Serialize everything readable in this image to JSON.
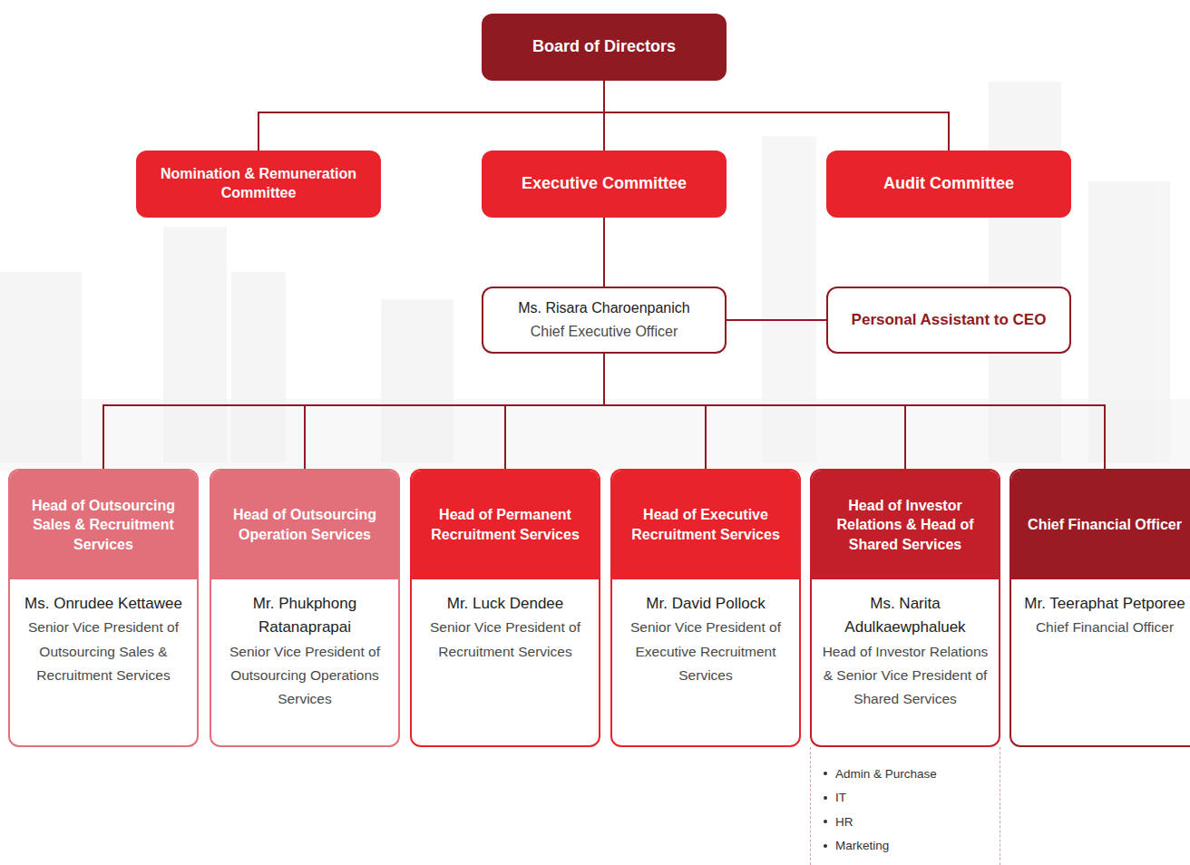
{
  "diagram": {
    "nodes": [
      {
        "text": [
          "Board of Directors"
        ]
      },
      {
        "text": [
          "Nomination & Remuneration Committee"
        ]
      },
      {
        "text": [
          "Executive Committee"
        ]
      },
      {
        "text": [
          "Audit Committee"
        ]
      },
      {
        "text": [
          "Ms. Risara Charoenpanich",
          "Chief Executive Officer"
        ]
      },
      {
        "text": [
          "Personal Assistant to CEO"
        ]
      },
      {
        "text": [
          "Head of Outsourcing Sales & Recruitment Services",
          "Ms. Onrudee Kettawee",
          "Senior Vice President of Outsourcing Sales & Recruitment Services"
        ]
      },
      {
        "text": [
          "Head of Outsourcing Operation Services",
          "Mr. Phukphong Ratanaprapai",
          "Senior Vice President of Outsourcing Operations Services"
        ]
      },
      {
        "text": [
          "Head of Permanent Recruitment Services",
          "Mr. Luck Dendee",
          "Senior Vice President of Recruitment Services"
        ]
      },
      {
        "text": [
          "Head of Executive Recruitment Services",
          "Mr. David Pollock",
          "Senior Vice President of Executive Recruitment Services"
        ]
      },
      {
        "text": [
          "Head of Investor Relations & Head of Shared Services",
          "Ms. Narita Adulkaewphaluek",
          "Head of Investor Relations & Senior Vice President of Shared Services"
        ]
      },
      {
        "text": [
          "Chief Financial Officer",
          "Mr. Teeraphat Petporee",
          "Chief Financial Officer"
        ]
      },
      {
        "text": [
          "Admin & Purchase",
          "IT",
          "HR",
          "Marketing"
        ]
      }
    ],
    "edges": [
      {
        "from": 0,
        "to": 1,
        "arrow": "none"
      },
      {
        "from": 0,
        "to": 2,
        "arrow": "none"
      },
      {
        "from": 0,
        "to": 3,
        "arrow": "none"
      },
      {
        "from": 2,
        "to": 4,
        "arrow": "none"
      },
      {
        "from": 4,
        "to": 5,
        "arrow": "none"
      },
      {
        "from": 4,
        "to": 6,
        "arrow": "none"
      },
      {
        "from": 4,
        "to": 7,
        "arrow": "none"
      },
      {
        "from": 4,
        "to": 8,
        "arrow": "none"
      },
      {
        "from": 4,
        "to": 9,
        "arrow": "none"
      },
      {
        "from": 4,
        "to": 10,
        "arrow": "none"
      },
      {
        "from": 4,
        "to": 11,
        "arrow": "none"
      }
    ]
  }
}
